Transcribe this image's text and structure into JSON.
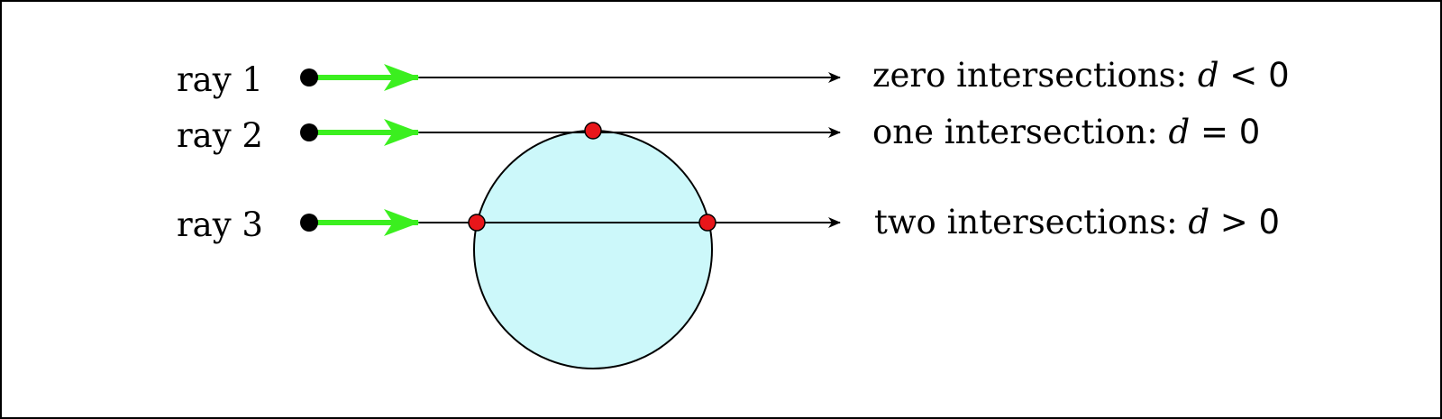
{
  "colors": {
    "background": "#ffffff",
    "frame": "#000000",
    "circle_fill": "#ccf8fa",
    "circle_stroke": "#000000",
    "ray_line": "#000000",
    "direction_arrow": "#3bef1f",
    "origin_point": "#000000",
    "intersection_point": "#e8161a"
  },
  "rays": [
    {
      "label": "ray 1",
      "result_text": "zero intersections: ",
      "result_var": "d",
      "result_op": " < ",
      "result_val": "0",
      "intersections": 0
    },
    {
      "label": "ray 2",
      "result_text": "one intersection: ",
      "result_var": "d",
      "result_op": " = ",
      "result_val": "0",
      "intersections": 1
    },
    {
      "label": "ray 3",
      "result_text": "two intersections: ",
      "result_var": "d",
      "result_op": " > ",
      "result_val": "0",
      "intersections": 2
    }
  ]
}
